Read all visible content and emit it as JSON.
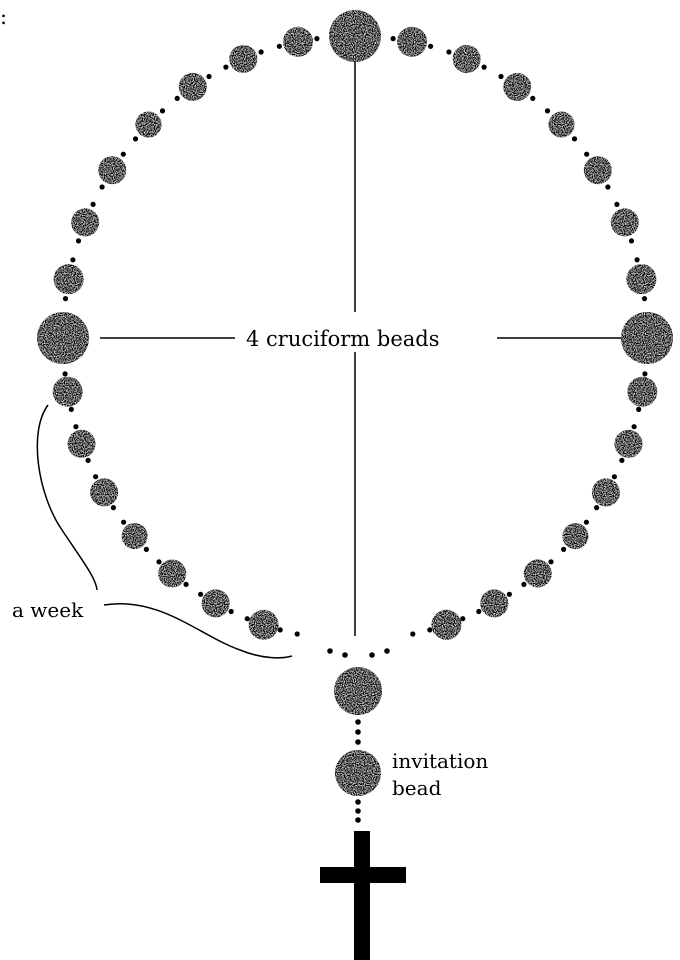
{
  "header": {
    "fragment_text": ":"
  },
  "diagram": {
    "labels": {
      "cruciform": "4 cruciform beads",
      "week": "a week",
      "invitation_line1": "invitation",
      "invitation_line2": "bead"
    },
    "counts": {
      "cruciform_beads": 4,
      "week_beads": 7,
      "weeks": 4
    }
  },
  "colors": {
    "ink": "#000000",
    "background": "#ffffff"
  }
}
